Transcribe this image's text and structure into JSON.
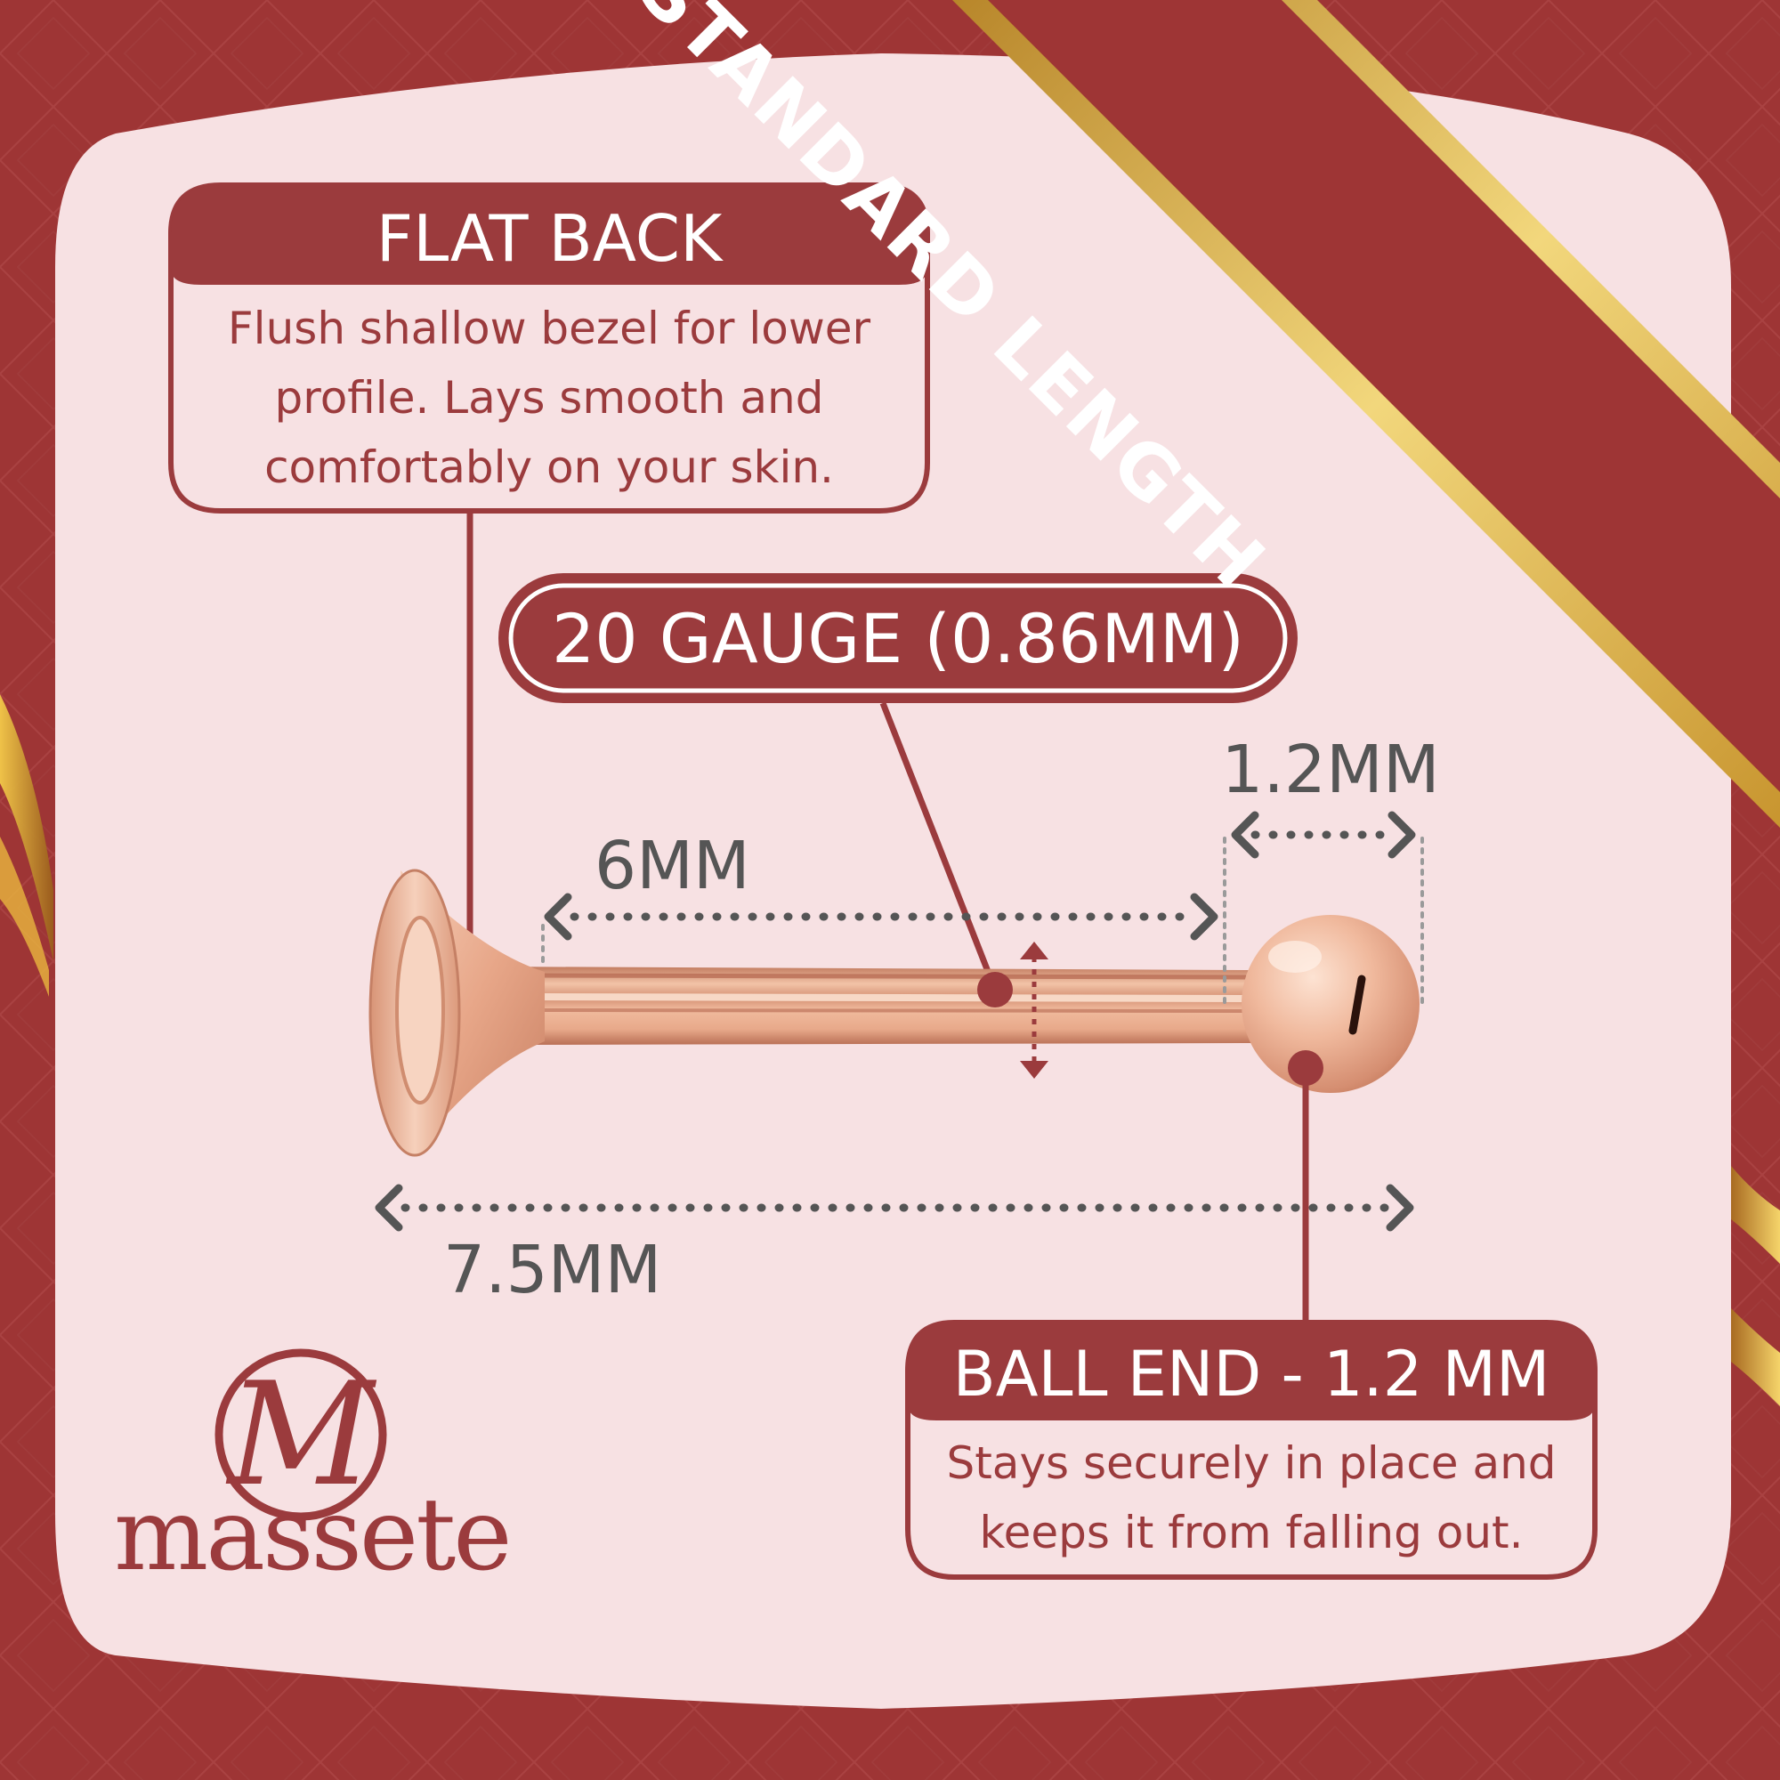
{
  "banner": {
    "label": "STANDARD LENGTH"
  },
  "flat_back": {
    "title": "FLAT BACK",
    "description": "Flush shallow bezel for lower profile. Lays smooth and comfortably on your skin."
  },
  "gauge": {
    "label": "20 GAUGE (0.86MM)"
  },
  "ball_end": {
    "title": "BALL END - 1.2 MM",
    "description": "Stays securely in place and keeps it from falling out."
  },
  "dimensions": {
    "ball_diameter": "1.2MM",
    "post_length": "6MM",
    "total_length": "7.5MM"
  },
  "brand": {
    "name": "massete",
    "monogram": "M"
  },
  "colors": {
    "brand_red": "#9b3b3d",
    "background_red": "#9e3535",
    "panel_pink": "#f7e1e3",
    "gold": "#d9aa3c",
    "dimension_gray": "#555555",
    "rose_gold": "#e7a888"
  }
}
